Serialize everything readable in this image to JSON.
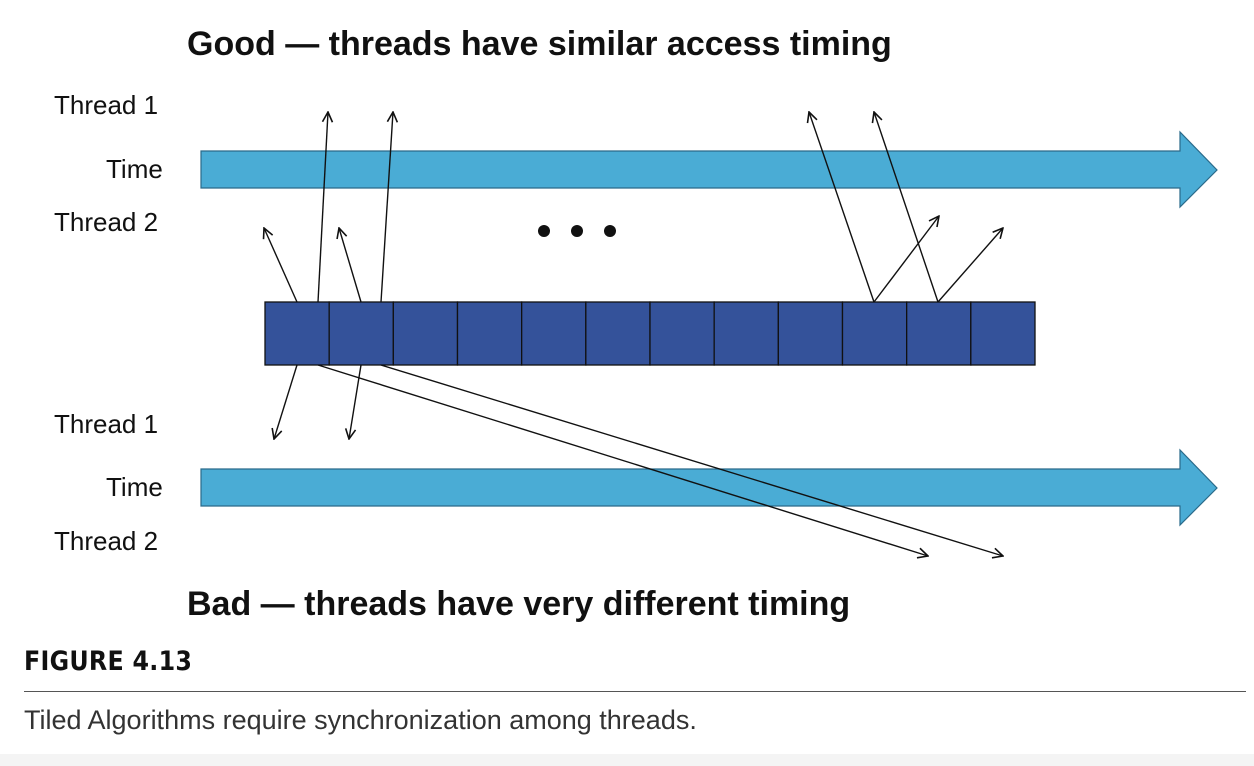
{
  "figure": {
    "title_good": "Good — threads have similar access timing",
    "title_bad": "Bad — threads have very different timing",
    "labels": {
      "thread1": "Thread 1",
      "time": "Time",
      "thread2": "Thread 2"
    },
    "figure_number": "FIGURE 4.13",
    "caption": "Tiled Algorithms require synchronization among threads."
  },
  "colors": {
    "timeline_arrow": "#4aacd5",
    "tile_fill": "#34529a",
    "access_line": "#111111"
  },
  "tiles": {
    "count": 12
  }
}
